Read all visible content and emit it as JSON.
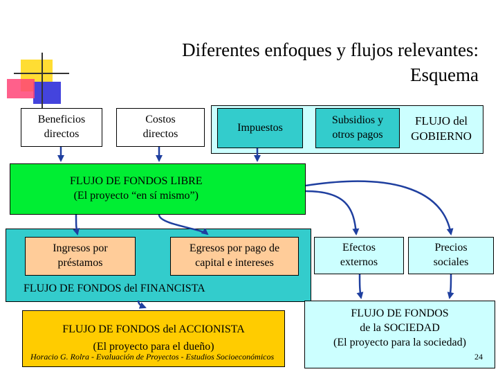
{
  "title": {
    "line1": "Diferentes enfoques y flujos relevantes:",
    "line2": "Esquema"
  },
  "top_row": {
    "beneficios": [
      "Beneficios",
      "directos"
    ],
    "costos": [
      "Costos",
      "directos"
    ],
    "impuestos": "Impuestos",
    "subsidios": [
      "Subsidios y",
      "otros pagos"
    ],
    "gobierno": [
      "FLUJO del",
      "GOBIERNO"
    ]
  },
  "flujo_libre": [
    "FLUJO DE FONDOS LIBRE",
    "(El proyecto “en sí mismo”)"
  ],
  "financista": {
    "ingresos": [
      "Ingresos por",
      "préstamos"
    ],
    "egresos": [
      "Egresos por pago de",
      "capital e intereses"
    ],
    "label": "FLUJO DE FONDOS del FINANCISTA"
  },
  "efectos": [
    "Efectos",
    "externos"
  ],
  "precios": [
    "Precios",
    "sociales"
  ],
  "sociedad": [
    "FLUJO DE FONDOS",
    "de la SOCIEDAD",
    "(El proyecto para la sociedad)"
  ],
  "accionista": [
    "FLUJO DE FONDOS del ACCIONISTA",
    "(El proyecto para el dueño)"
  ],
  "footer": {
    "author": "Horacio G. Rolra - Evaluación de Proyectos - Estudios Socioeconómicos",
    "page": "24"
  },
  "colors": {
    "green": "#00ee33",
    "teal": "#33cccc",
    "light_cyan": "#ccffff",
    "peach": "#ffcc99",
    "yellow": "#ffcc00",
    "arrow_blue": "#1f3f9f"
  }
}
